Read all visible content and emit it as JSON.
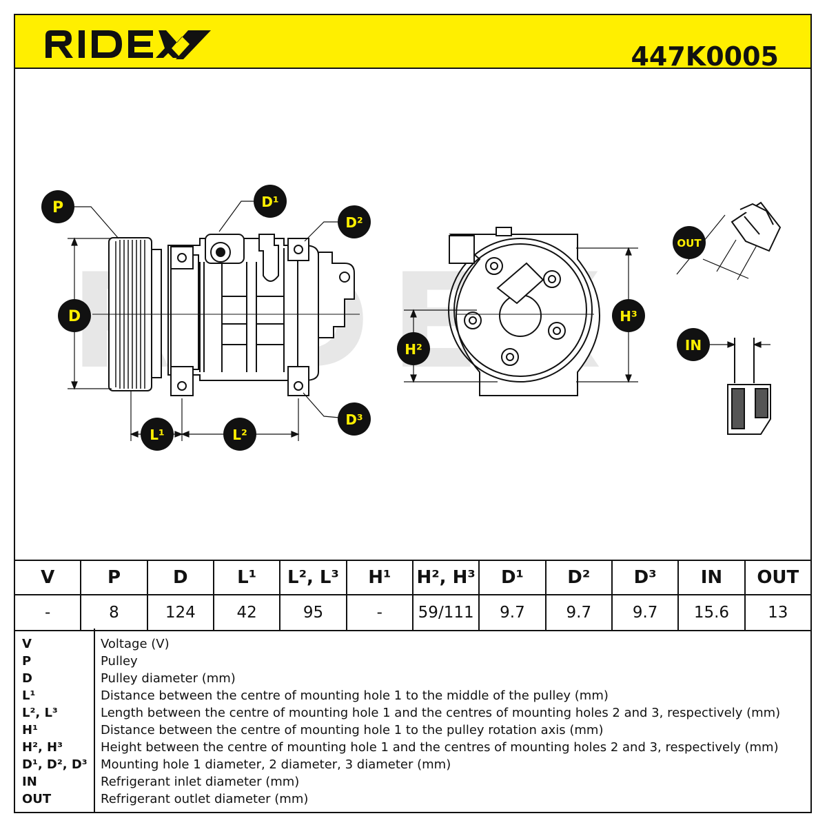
{
  "header": {
    "brand": "RIDEX",
    "part_number": "447K0005",
    "brand_color": "#111111",
    "background_color": "#ffef00"
  },
  "drawing": {
    "watermark": "RIDEX",
    "labels": {
      "p": "P",
      "d": "D",
      "d1": "D¹",
      "d2": "D²",
      "d3": "D³",
      "l1": "L¹",
      "l2": "L²",
      "h2": "H²",
      "h3": "H³",
      "out": "OUT",
      "in": "IN"
    }
  },
  "specs": {
    "headers": [
      "V",
      "P",
      "D",
      "L¹",
      "L², L³",
      "H¹",
      "H², H³",
      "D¹",
      "D²",
      "D³",
      "IN",
      "OUT"
    ],
    "values": [
      "-",
      "8",
      "124",
      "42",
      "95",
      "-",
      "59/111",
      "9.7",
      "9.7",
      "9.7",
      "15.6",
      "13"
    ]
  },
  "legend": [
    {
      "key": "V",
      "desc": "Voltage (V)"
    },
    {
      "key": "P",
      "desc": "Pulley"
    },
    {
      "key": "D",
      "desc": "Pulley diameter (mm)"
    },
    {
      "key": "L¹",
      "desc": "Distance between the centre of mounting hole 1 to the middle of the pulley (mm)"
    },
    {
      "key": "L², L³",
      "desc": "Length between the centre of mounting hole 1 and the centres of mounting holes 2 and 3, respectively (mm)"
    },
    {
      "key": "H¹",
      "desc": "Distance between the centre of mounting hole 1 to the pulley rotation axis (mm)"
    },
    {
      "key": "H², H³",
      "desc": "Height between the centre of mounting hole 1 and the centres of mounting holes 2 and 3, respectively (mm)"
    },
    {
      "key": "D¹, D², D³",
      "desc": "Mounting hole 1 diameter, 2 diameter, 3 diameter (mm)"
    },
    {
      "key": "IN",
      "desc": "Refrigerant inlet diameter (mm)"
    },
    {
      "key": "OUT",
      "desc": "Refrigerant outlet diameter (mm)"
    }
  ]
}
